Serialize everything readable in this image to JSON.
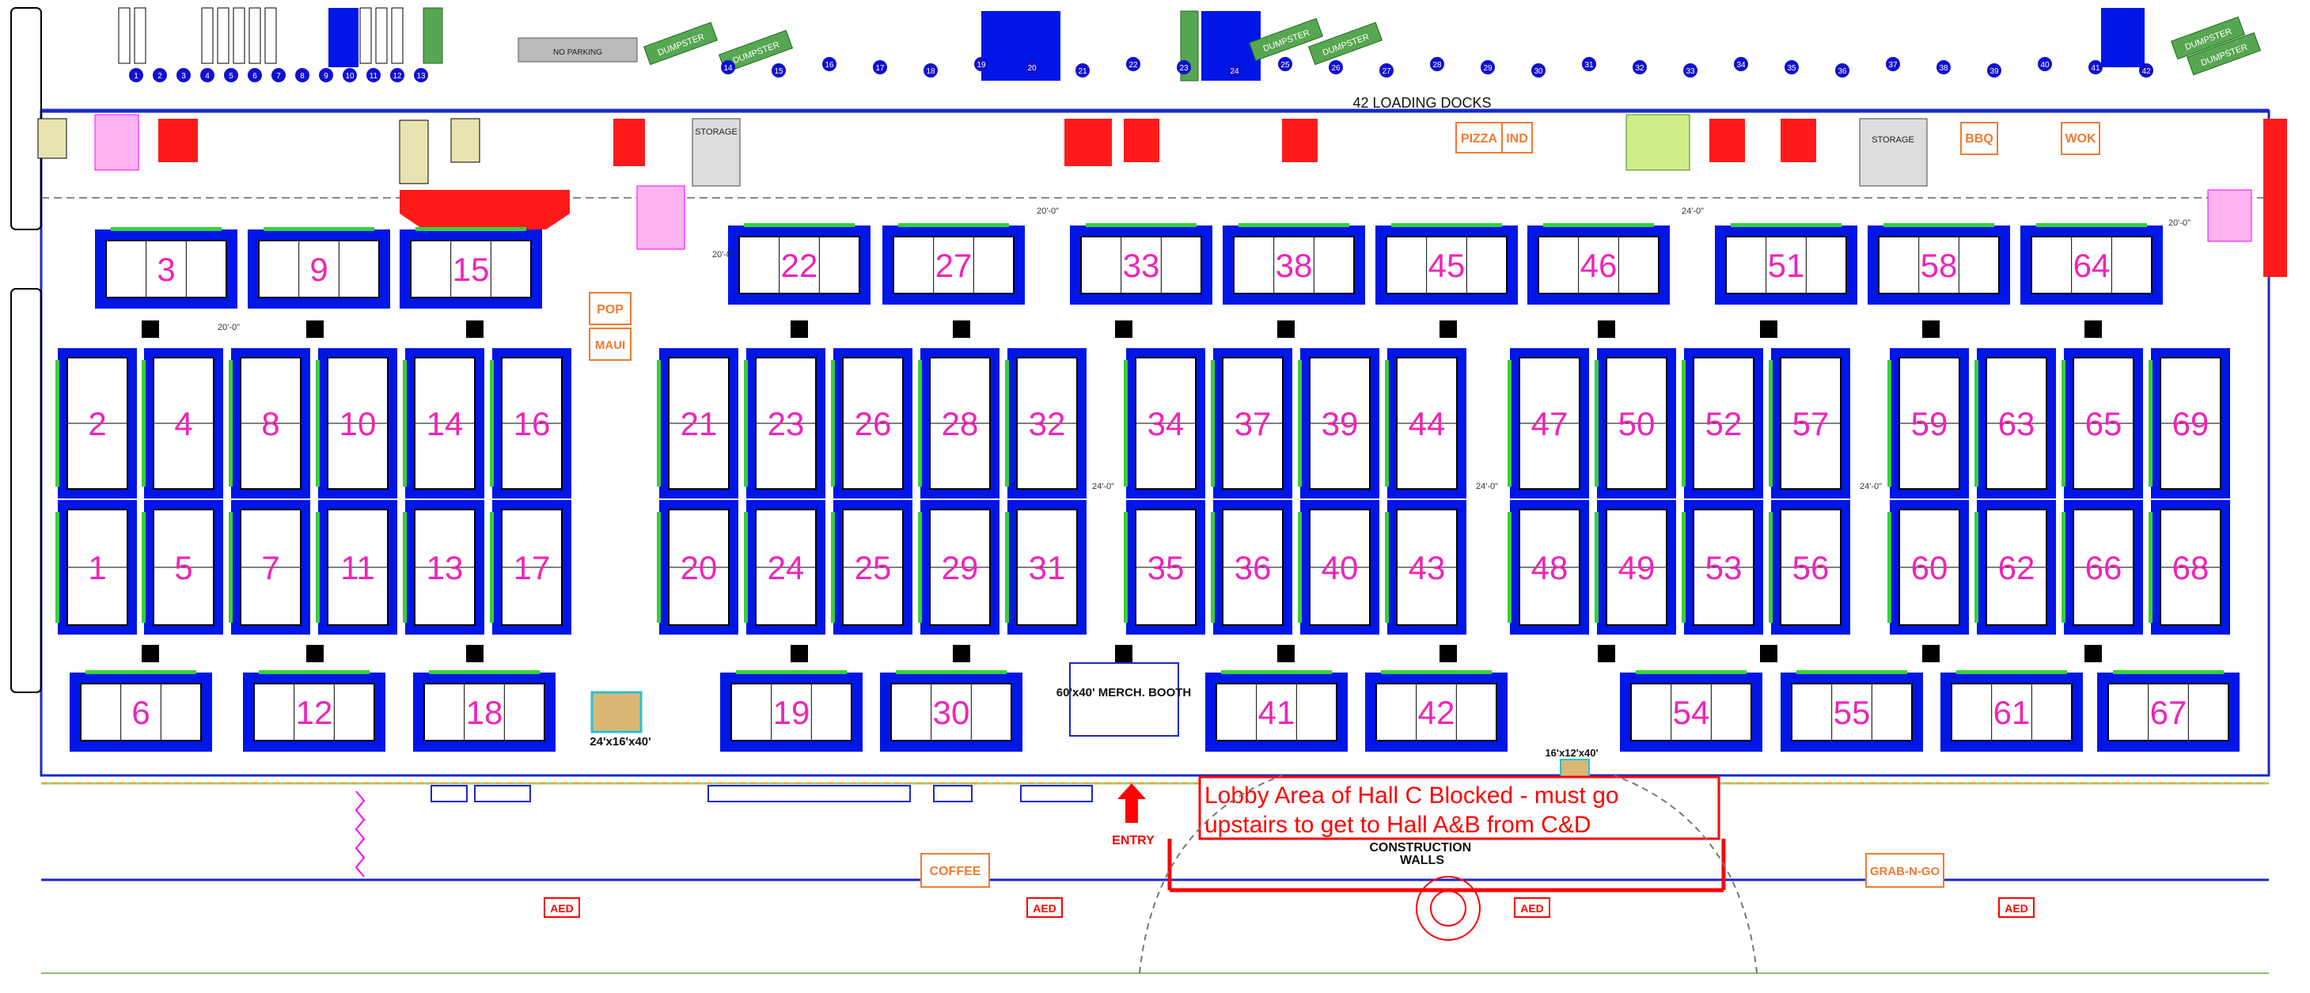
{
  "title": "42 LOADING DOCKS",
  "colors": {
    "booth_blue": "#0016e6",
    "booth_number": "#ef24b8",
    "notice_red": "#ff0000",
    "food_orange": "#f07a30",
    "dumpster_green": "#57a651",
    "green_strip": "#35d13a",
    "dock_dot": "#1010d0",
    "column_black": "#000000",
    "wall_red": "#e21a1a",
    "magenta_marker": "#ff00ff"
  },
  "booth_rows": {
    "top_left": [
      "3",
      "9",
      "15"
    ],
    "top_right": [
      "22",
      "27",
      "33",
      "38",
      "45",
      "46",
      "51",
      "58",
      "64"
    ],
    "upper": [
      "2",
      "4",
      "8",
      "10",
      "14",
      "16",
      "21",
      "23",
      "26",
      "28",
      "32",
      "34",
      "37",
      "39",
      "44",
      "47",
      "50",
      "52",
      "57",
      "59",
      "63",
      "65",
      "69"
    ],
    "lower": [
      "1",
      "5",
      "7",
      "11",
      "13",
      "17",
      "20",
      "24",
      "25",
      "29",
      "31",
      "35",
      "36",
      "40",
      "43",
      "48",
      "49",
      "53",
      "56",
      "60",
      "62",
      "66",
      "68"
    ],
    "bottom": [
      "6",
      "12",
      "18",
      "19",
      "30",
      "41",
      "42",
      "54",
      "55",
      "61",
      "67"
    ]
  },
  "food_labels": [
    "POP",
    "MAUI",
    "PIZZA",
    "IND",
    "BBQ",
    "WOK"
  ],
  "storage_labels": [
    "STORAGE",
    "STORAGE"
  ],
  "booth_dims": {
    "merch": "60'x40' MERCH. BOOTH",
    "left_small": "24'x16'x40'",
    "center_small": "16'x12'x40'"
  },
  "aisle_dims": [
    "20'-0\"",
    "24'-0\"",
    "24'-0\"",
    "24'-0\"",
    "24'-0\"",
    "20'-0\"",
    "20'-0\"",
    "20'-0\""
  ],
  "dumpster_label": "DUMPSTER",
  "no_parking": "NO PARKING",
  "dock_numbers": [
    "1",
    "2",
    "3",
    "4",
    "5",
    "6",
    "7",
    "8",
    "9",
    "10",
    "11",
    "12",
    "13",
    "14",
    "15",
    "16",
    "17",
    "18",
    "19",
    "20",
    "21",
    "22",
    "23",
    "24",
    "25",
    "26",
    "27",
    "28",
    "29",
    "30",
    "31",
    "32",
    "33",
    "34",
    "35",
    "36",
    "37",
    "38",
    "39",
    "40",
    "41",
    "42"
  ],
  "notice_text": [
    "Lobby Area of Hall C Blocked - must go",
    "upstairs to get to Hall A&B from C&D"
  ],
  "construction_label": [
    "CONSTRUCTION",
    "WALLS"
  ],
  "entry_label": "ENTRY",
  "amenities": {
    "coffee": "COFFEE",
    "grab_n_go": "GRAB-N-GO",
    "aed": "AED"
  }
}
